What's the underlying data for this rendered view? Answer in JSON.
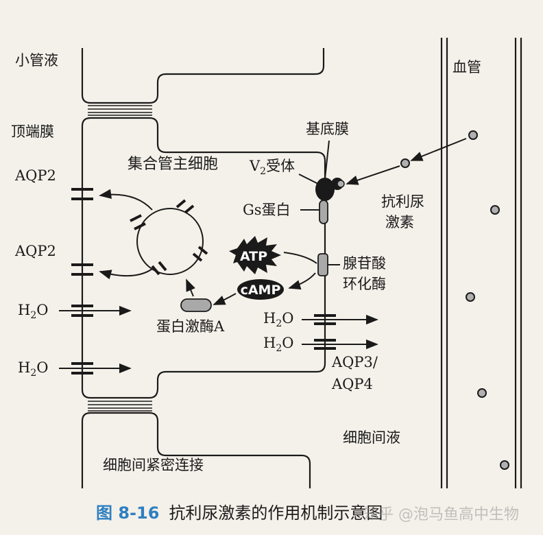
{
  "labels": {
    "tubular_fluid": "小管液",
    "apical_membrane": "顶端膜",
    "aqp2_upper": "AQP2",
    "aqp2_lower": "AQP2",
    "h2o_left_1": "H2O",
    "h2o_left_2": "H2O",
    "cell_name": "集合管主细胞",
    "v2_receptor": "V2受体",
    "basal_membrane": "基底膜",
    "gs_protein": "Gs蛋白",
    "atp": "ATP",
    "camp": "cAMP",
    "adenylate_cyclase_line1": "腺苷酸",
    "adenylate_cyclase_line2": "环化酶",
    "protein_kinase_a": "蛋白激酶A",
    "h2o_right_1": "H2O",
    "h2o_right_2": "H2O",
    "aqp3_4_line1": "AQP3/",
    "aqp3_4_line2": "AQP4",
    "blood_vessel": "血管",
    "adh_line1": "抗利尿",
    "adh_line2": "激素",
    "interstitial_fluid": "细胞间液",
    "tight_junction": "细胞间紧密连接"
  },
  "caption": {
    "number": "图 8-16",
    "title": "抗利尿激素的作用机制示意图"
  },
  "watermark": "知乎 @泡马鱼高中生物",
  "colors": {
    "ink": "#1a1a1a",
    "caption_blue": "#2f7fc1",
    "paper": "#f4f1ea",
    "gray_fill": "#a9a9a9"
  }
}
